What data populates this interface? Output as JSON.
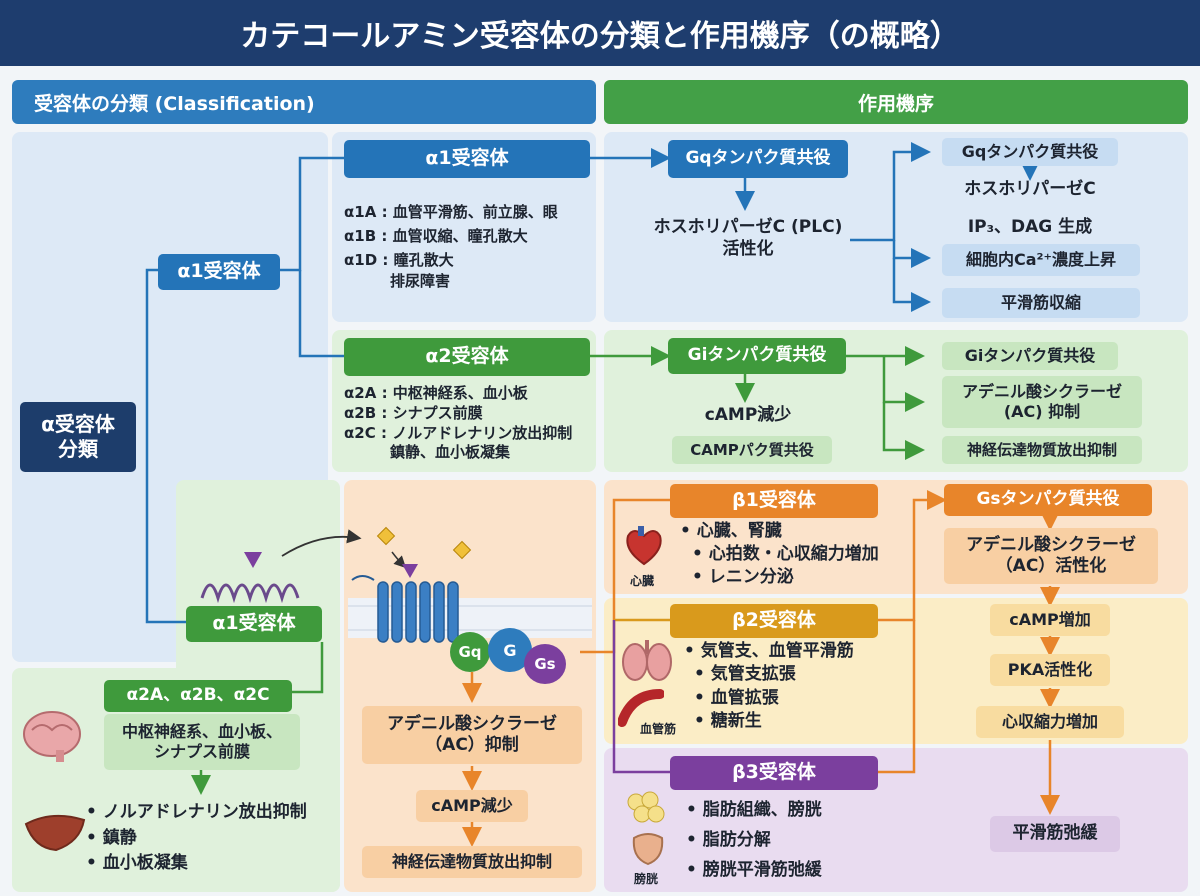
{
  "title": "カテコールアミン受容体の分類と作用機序（の概略）",
  "sections": {
    "classification": "受容体の分類 (Classification)",
    "mechanism": "作用機序"
  },
  "root": {
    "line1": "α受容体",
    "line2": "分類"
  },
  "alpha1_left": "α1受容体",
  "alpha1_top": {
    "title": "α1受容体",
    "items": [
      "α1A : 血管平滑筋、前立腺、眼",
      "α1B : 血管収縮、瞳孔散大",
      "α1D : 瞳孔散大",
      "排尿障害"
    ]
  },
  "gq_path": {
    "protein": "Gqタンパク質共役",
    "enzyme_line1": "ホスホリパーゼC (PLC)",
    "enzyme_line2": "活性化",
    "steps": [
      "Gqタンパク質共役",
      "ホスホリパーゼC",
      "IP₃、DAG 生成",
      "細胞内Ca²⁺濃度上昇",
      "平滑筋収縮"
    ]
  },
  "alpha2_top": {
    "title": "α2受容体",
    "items": [
      "α2A : 中枢神経系、血小板",
      "α2B : シナプス前膜",
      "α2C : ノルアドレナリン放出抑制",
      "鎮静、血小板凝集"
    ]
  },
  "gi_path": {
    "protein": "Giタンパク質共役",
    "result": "cAMP減少",
    "note": "CAMPパク質共役",
    "steps": [
      "Giタンパク質共役",
      "アデニル酸シクラーゼ",
      "(AC) 抑制",
      "神経伝達物質放出抑制"
    ]
  },
  "alpha1_bottom": "α1受容体",
  "alpha2_bottom": {
    "title": "α2A、α2B、α2C",
    "desc1": "中枢神経系、血小板、",
    "desc2": "シナプス前膜",
    "effects": [
      "• ノルアドレナリン放出抑制",
      "• 鎮静",
      "• 血小板凝集"
    ]
  },
  "membrane": {
    "g_labels": [
      "Gq",
      "G",
      "Gs"
    ],
    "ac_line1": "アデニル酸シクラーゼ",
    "ac_line2": "（AC）抑制",
    "camp": "cAMP減少",
    "release": "神経伝達物質放出抑制"
  },
  "beta1": {
    "title": "β1受容体",
    "items": [
      "• 心臓、腎臓",
      "• 心拍数・心収縮力増加",
      "• レニン分泌"
    ],
    "icon_label": "心臓"
  },
  "beta2": {
    "title": "β2受容体",
    "items": [
      "• 気管支、血管平滑筋",
      "• 気管支拡張",
      "• 血管拡張",
      "• 糖新生"
    ],
    "icon_label": "血管筋"
  },
  "beta3": {
    "title": "β3受容体",
    "items": [
      "• 脂肪組織、膀胱",
      "• 脂肪分解",
      "• 膀胱平滑筋弛緩"
    ],
    "icon_label": "膀胱"
  },
  "gs_path": {
    "protein": "Gsタンパク質共役",
    "ac_line1": "アデニル酸シクラーゼ",
    "ac_line2": "（AC）活性化",
    "steps": [
      "cAMP増加",
      "PKA活性化",
      "心収縮力増加",
      "平滑筋弛緩"
    ]
  },
  "colors": {
    "navy": "#1e3d6e",
    "blue": "#2474b8",
    "green": "#3f9a3c",
    "orange": "#e8852a",
    "gold": "#d99a1c",
    "purple": "#7b3f9e"
  }
}
